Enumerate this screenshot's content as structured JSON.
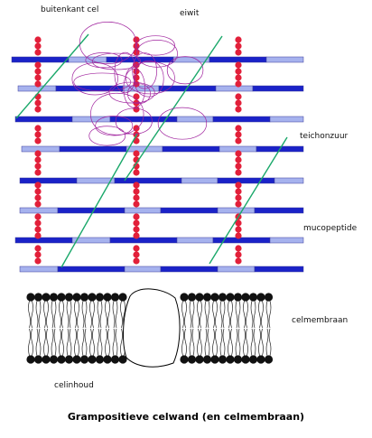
{
  "labels": {
    "outside": "buitenkant cel",
    "protein": "eiwit",
    "teichoic": "teichonzuur",
    "peptidoglycan": "mucopeptide",
    "membrane": "celmembraan",
    "inside": "celinhoud"
  },
  "caption": "Grampositieve celwand (en celmembraan)",
  "colors": {
    "dark_blue": "#1a22c8",
    "light_blue": "#a6b2ee",
    "red_bead": "#e2203a",
    "green_line": "#1aa86a",
    "protein_scribble": "#a0239e",
    "lipid_head": "#111111"
  }
}
